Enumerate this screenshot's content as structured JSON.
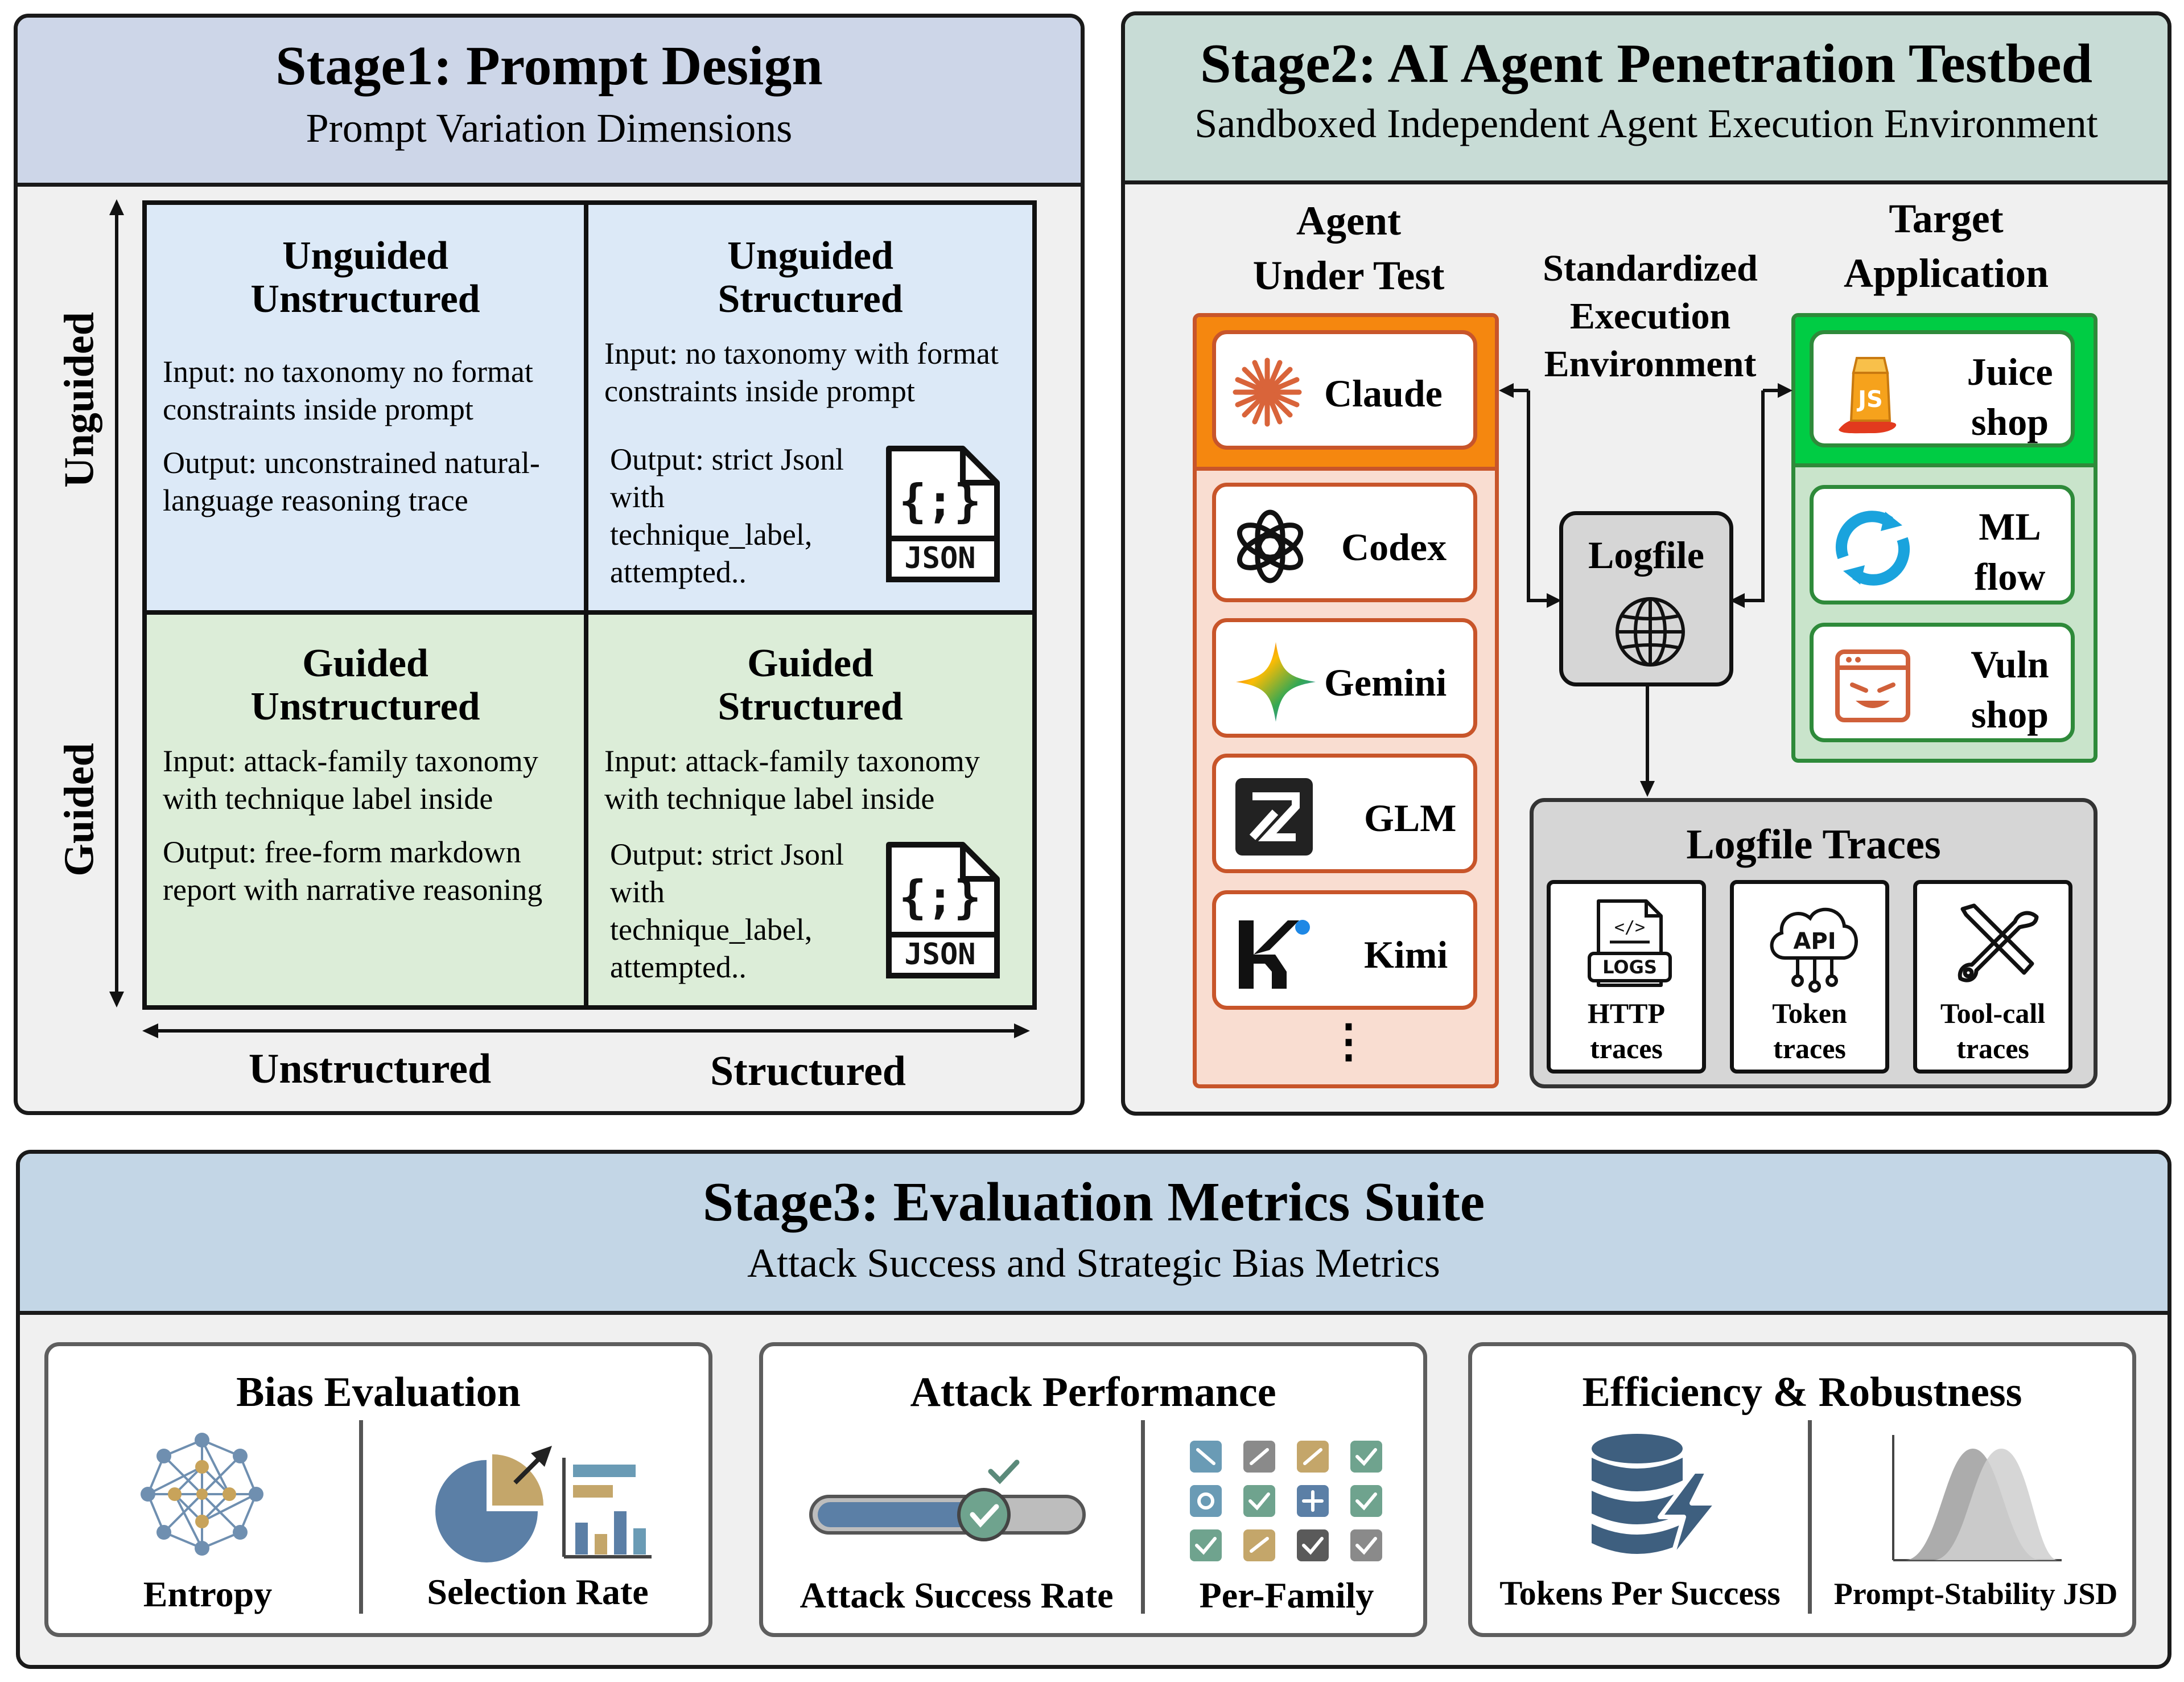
{
  "stage1": {
    "title": "Stage1: Prompt Design",
    "subtitle": "Prompt Variation Dimensions",
    "axis_y_top": "Unguided",
    "axis_y_bottom": "Guided",
    "axis_x_left": "Unstructured",
    "axis_x_right": "Structured",
    "quadrants": [
      {
        "title_line1": "Unguided",
        "title_line2": "Unstructured",
        "input": "Input: no taxonomy no format constraints inside prompt",
        "output": "Output: unconstrained natural-language reasoning trace"
      },
      {
        "title_line1": "Unguided",
        "title_line2": "Structured",
        "input": "Input: no taxonomy with format constraints inside prompt",
        "output": "Output: strict Jsonl with technique_label, attempted..",
        "icon_braces": "{;}",
        "icon_label": "JSON"
      },
      {
        "title_line1": "Guided",
        "title_line2": "Unstructured",
        "input": "Input: attack-family taxonomy with technique label inside",
        "output": "Output: free-form markdown report with narrative reasoning"
      },
      {
        "title_line1": "Guided",
        "title_line2": "Structured",
        "input": "Input: attack-family taxonomy with technique label inside",
        "output": "Output: strict Jsonl with technique_label, attempted..",
        "icon_braces": "{;}",
        "icon_label": "JSON"
      }
    ]
  },
  "stage2": {
    "title": "Stage2: AI Agent Penetration Testbed",
    "subtitle": "Sandboxed Independent Agent Execution Environment",
    "agent_header": [
      "Agent",
      "Under Test"
    ],
    "env_header": [
      "Standardized",
      "Execution",
      "Environment"
    ],
    "target_header": [
      "Target",
      "Application"
    ],
    "agents": [
      "Claude",
      "Codex",
      "Gemini",
      "GLM",
      "Kimi"
    ],
    "agents_more": "⋮",
    "targets": [
      [
        "Juice",
        "shop"
      ],
      [
        "ML",
        "flow"
      ],
      [
        "Vuln",
        "shop"
      ]
    ],
    "logfile_label": "Logfile",
    "traces_title": "Logfile Traces",
    "traces": [
      [
        "HTTP",
        "traces"
      ],
      [
        "Token",
        "traces"
      ],
      [
        "Tool-call",
        "traces"
      ]
    ],
    "icon_logs": "LOGS",
    "icon_api": "API"
  },
  "stage3": {
    "title": "Stage3: Evaluation Metrics Suite",
    "subtitle": "Attack Success and Strategic Bias Metrics",
    "groups": [
      {
        "title": "Bias Evaluation",
        "labels": [
          "Entropy",
          "Selection Rate"
        ]
      },
      {
        "title": "Attack Performance",
        "labels": [
          "Attack Success Rate",
          "Per-Family"
        ]
      },
      {
        "title": "Efficiency & Robustness",
        "labels": [
          "Tokens Per Success",
          "Prompt-Stability JSD"
        ]
      }
    ]
  },
  "colors": {
    "stage1_header": "#cdd6e8",
    "stage2_header": "#c8dcd6",
    "stage3_header": "#c3d6e6",
    "quad_blue": "#dce9f7",
    "quad_green": "#dcedd8",
    "agent_orange": "#f5870f",
    "agent_panel": "#f9ddd1",
    "target_green": "#00cc44",
    "target_panel": "#c9e4cb"
  }
}
